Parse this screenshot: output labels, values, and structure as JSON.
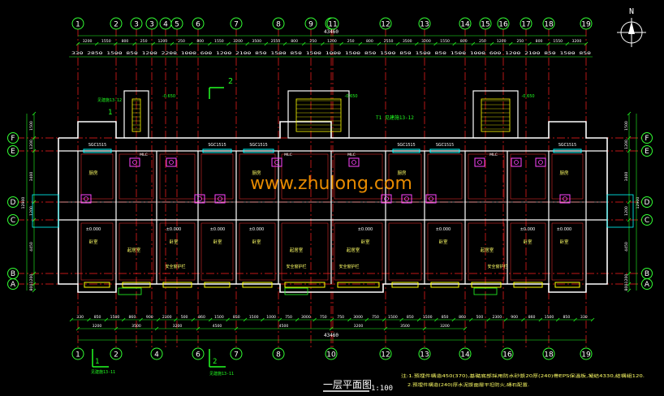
{
  "compass": {
    "label": "N"
  },
  "grid_top": [
    "1",
    "2",
    "3",
    "3",
    "4",
    "5",
    "6",
    "7",
    "8",
    "9",
    "10",
    "11",
    "12",
    "13",
    "14",
    "15",
    "16",
    "17",
    "18",
    "19"
  ],
  "grid_bottom": [
    "1",
    "2",
    "4",
    "6",
    "7",
    "8",
    "10",
    "12",
    "13",
    "14",
    "16",
    "18",
    "19"
  ],
  "grid_rows": [
    "F",
    "E",
    "D",
    "C",
    "B",
    "A"
  ],
  "dims_top_total": "43460",
  "dims_top_row1": [
    "3200",
    "1550",
    "800",
    "250",
    "1200",
    "250",
    "800",
    "1550",
    "3200",
    "3500",
    "2550",
    "800",
    "250",
    "1200",
    "250",
    "800",
    "2550",
    "3500",
    "3200",
    "1550",
    "800",
    "250",
    "1200",
    "250",
    "800",
    "1550",
    "3200"
  ],
  "dims_top_row2": "330 2850 1500 850 1200 2200 1000 600 1200 2100 850 1500 850 1500 1000 1500 850 1500 850 1500 850 1500 1000 600 1200 2100 850 1500 850",
  "dims_bottom_row1": [
    "330",
    "850",
    "1500",
    "860",
    "900",
    "2300",
    "500",
    "860",
    "1500",
    "850",
    "1500",
    "1000",
    "750",
    "3000",
    "750",
    "750",
    "3000",
    "750",
    "1500",
    "850",
    "1500",
    "850",
    "860",
    "500",
    "2300",
    "900",
    "860",
    "1500",
    "850",
    "330"
  ],
  "dims_bottom_row2": [
    "3200",
    "3500",
    "3200",
    "4500",
    "4500",
    "3200",
    "3500",
    "3200"
  ],
  "dims_bottom_total": "43460",
  "dims_left": [
    "1500",
    "1200",
    "3400",
    "1200",
    "4450",
    "1200",
    "800"
  ],
  "dims_left_total": "12900",
  "dims_right": [
    "1500",
    "1200",
    "3400",
    "1200",
    "4450",
    "1200",
    "800"
  ],
  "dims_right_total": "12900",
  "rooms": {
    "bedroom": "卧室",
    "living": "起居室",
    "kitchen": "厨房",
    "elevation": "±0.000",
    "level_stair": "-0.650",
    "balcony": "安全窗护栏",
    "window": "SGC1515",
    "window_label": "MLC"
  },
  "section_marks": {
    "top_mark": "2",
    "top_ref": "T1 见建施13-12",
    "left_mark": "1",
    "left_ref": "见建施13-12",
    "bottom_mark1": "1",
    "bottom_ref1": "见建施13-11",
    "bottom_mark2": "2",
    "bottom_ref2": "见建施13-11"
  },
  "watermark": "www.zhulong.com",
  "title": "一层平面图",
  "scale": "1:100",
  "notes": {
    "line1": "注:1.預埋件構造450(370),基礎底部採用防水砂漿20厚(240)帶EPS保溫板,凝結4330,結構組120.",
    "line2": "2.預埋件構造(240)厚水泥漿面層平坦防火,磚石配置."
  },
  "colors": {
    "background": "#000000",
    "grid_line": "#ff2020",
    "dim_line": "#22ff22",
    "wall": "#ffffff",
    "bubble": "#33ff33",
    "window": "#00ffff",
    "furniture": "#ff44ff",
    "watermark": "#ff9900",
    "text": "#ffff66",
    "stair": "#ffff00"
  }
}
